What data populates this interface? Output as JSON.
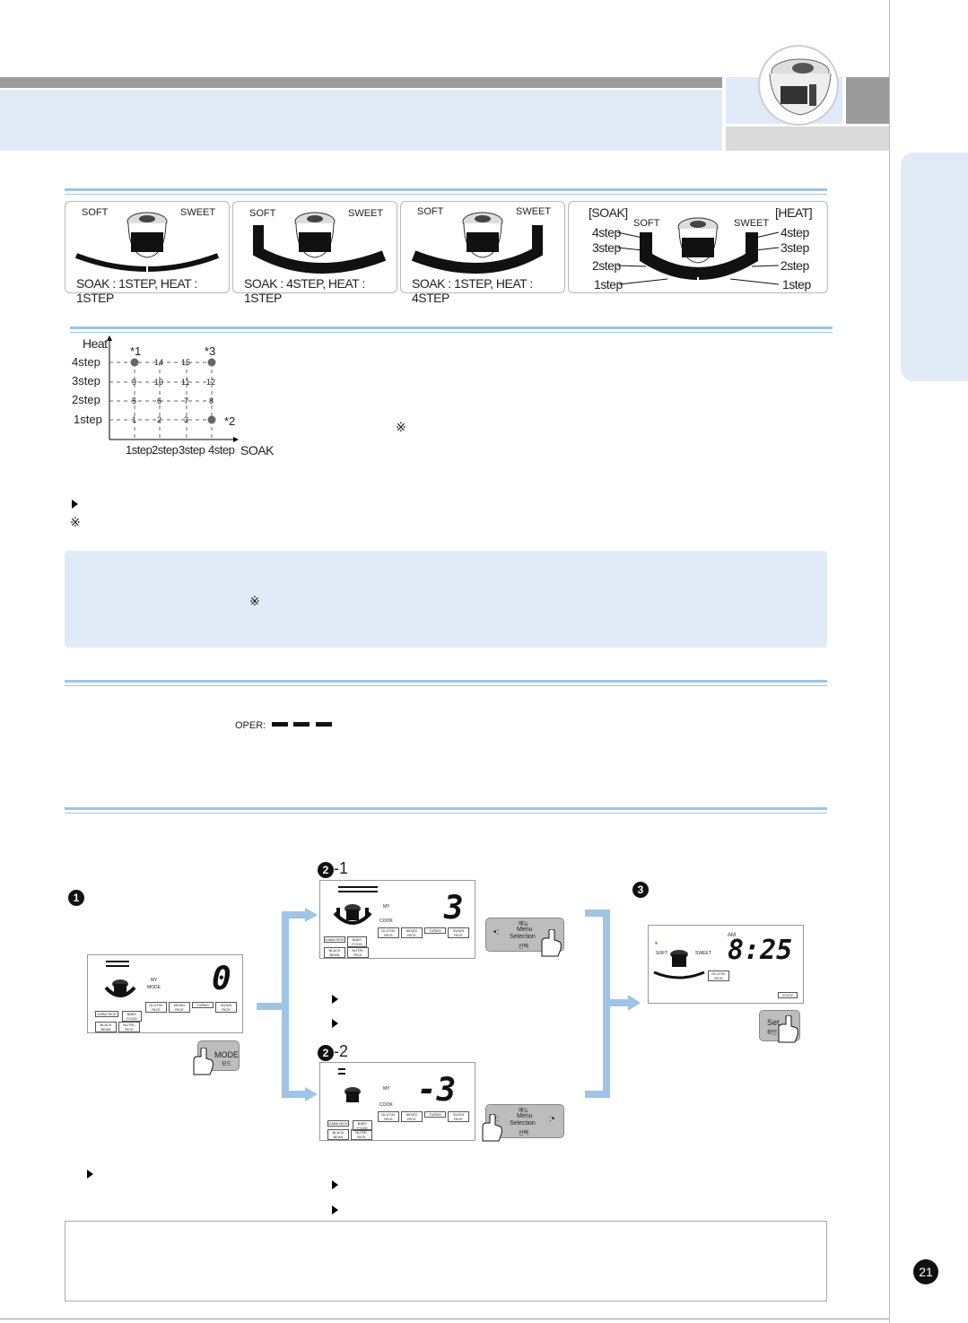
{
  "steps_diagram": {
    "panel_labels": {
      "soft": "SOFT",
      "sweet": "SWEET"
    },
    "captions": [
      "SOAK : 1STEP, HEAT : 1STEP",
      "SOAK : 4STEP, HEAT : 1STEP",
      "SOAK : 1STEP, HEAT : 4STEP"
    ],
    "panel4": {
      "soak_label": "[SOAK]",
      "heat_label": "[HEAT]",
      "steps": [
        "4step",
        "3step",
        "2step",
        "1step"
      ]
    }
  },
  "grid_chart": {
    "y_title": "Heat",
    "x_title": "SOAK",
    "y_ticks": [
      "4step",
      "3step",
      "2step",
      "1step"
    ],
    "x_ticks": [
      "1step",
      "2step",
      "3step",
      "4step"
    ],
    "note_symbol": "※",
    "markers": [
      "*1",
      "*3",
      "*2"
    ],
    "rows": [
      {
        "y": "4step",
        "cells": [
          "",
          "14",
          "15",
          ""
        ]
      },
      {
        "y": "3step",
        "cells": [
          "9",
          "10",
          "11",
          "12"
        ]
      },
      {
        "y": "2step",
        "cells": [
          "5",
          "6",
          "7",
          "8"
        ]
      },
      {
        "y": "1step",
        "cells": [
          "1",
          "2",
          "3",
          ""
        ]
      }
    ]
  },
  "notes": {
    "ref_symbol": "※"
  },
  "bluebox": {
    "ref_symbol": "※"
  },
  "oper": {
    "label": "OPER:"
  },
  "procedure": {
    "step1": {
      "lcd_number": "0",
      "lcd_small": [
        "MY",
        "MODE"
      ],
      "button_label": "MODE",
      "button_sub": "모드"
    },
    "step2_1": {
      "label": "-1",
      "lcd_number": "3",
      "lcd_small": [
        "MY",
        "COOK"
      ]
    },
    "step2_2": {
      "label": "-2",
      "lcd_number": "-3",
      "lcd_small": [
        "MY",
        "COOK"
      ]
    },
    "menu_button": {
      "lines": [
        "메뉴",
        "Menu",
        "Selection",
        "선택"
      ]
    },
    "step3": {
      "lcd_time": "8:25",
      "lcd_ampm": "AM",
      "lcd_soft": "SOFT",
      "lcd_sweet": "SWEET",
      "lcd_voice": "VOICE",
      "button_label": "Set",
      "button_sub": "확인"
    },
    "chips": [
      "GABA RICE",
      "BABY FOOD",
      "GLUTIN. RICE",
      "MIXED RICE",
      "TURBO",
      "SUSHI RICE",
      "BLACK BEAN",
      "NUTRI. RICE"
    ]
  },
  "page_number": "21"
}
